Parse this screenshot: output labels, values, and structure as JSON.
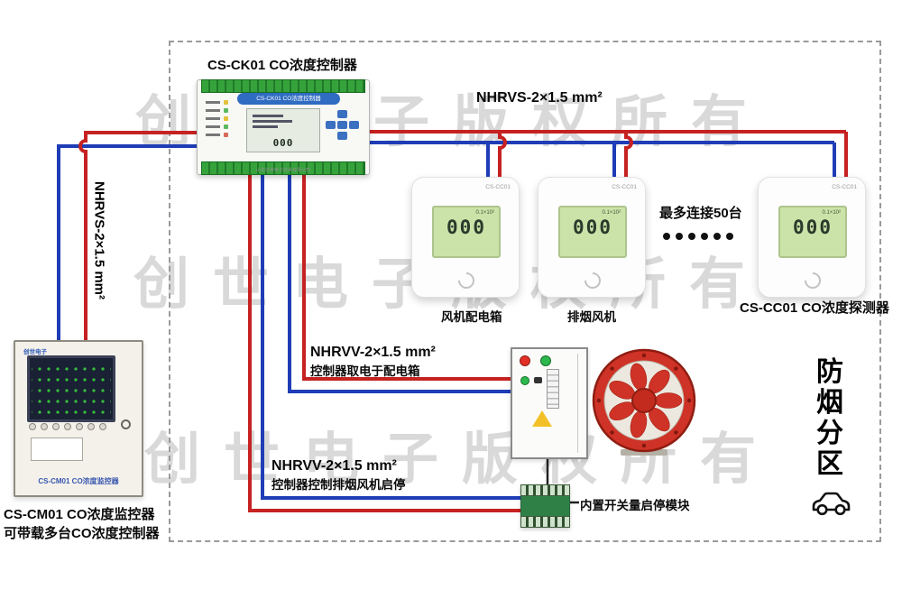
{
  "watermark": {
    "text": "创世电子版权所有"
  },
  "labels": {
    "controller_title": "CS-CK01 CO浓度控制器",
    "cable_top": "NHRVS-2×1.5 mm²",
    "cable_left": "NHRVS-2×1.5 mm²",
    "max_connection": "最多连接50台",
    "detector_label": "CS-CC01 CO浓度探测器",
    "fan_box_label": "风机配电箱",
    "fan_label": "排烟风机",
    "cable_power_line1": "NHRVV-2×1.5 mm²",
    "cable_power_line2": "控制器取电于配电箱",
    "cable_control_line1": "NHRVV-2×1.5 mm²",
    "cable_control_line2": "控制器控制排烟风机启停",
    "module_label": "内置开关量启停模块",
    "monitor_label_line1": "CS-CM01 CO浓度监控器",
    "monitor_label_line2": "可带载多台CO浓度控制器",
    "zone_label": "防烟分区"
  },
  "devices": {
    "controller": {
      "header": "CS-CK01 CO浓度控制器",
      "display_value": "000",
      "company": "山东创世电子技术有限公司"
    },
    "detector": {
      "model": "CS-CC01",
      "lcd_small": "0.1×10²",
      "lcd_value": "000"
    },
    "monitor": {
      "brand": "创世电子",
      "caption": "CS-CM01 CO浓度监控器"
    }
  },
  "colors": {
    "wire_red": "#c62222",
    "wire_blue": "#1e3db6",
    "terminal_green": "#36a23c",
    "fan_red": "#cf3226"
  }
}
